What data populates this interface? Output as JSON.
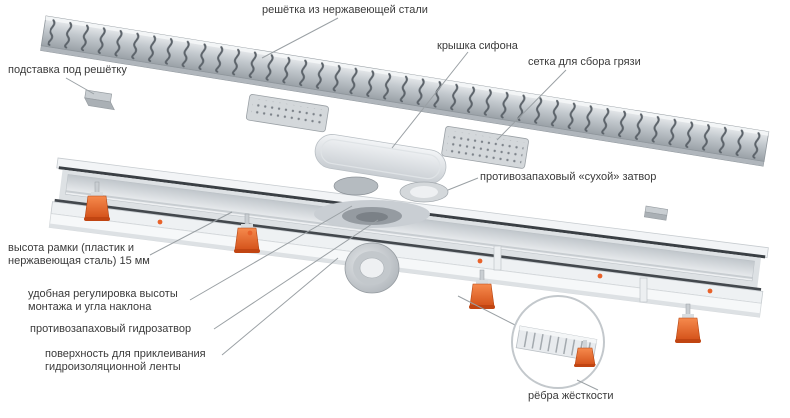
{
  "diagram": {
    "labels": {
      "grate": "решётка из нержавеющей стали",
      "siphon_cover": "крышка сифона",
      "dirt_mesh": "сетка для сбора грязи",
      "grate_stand": "подставка под решётку",
      "dry_trap": "противозапаховый «сухой» затвор",
      "frame_height": {
        "line1": "высота рамки (пластик и",
        "line2": "нержавеющая сталь) 15 мм"
      },
      "height_adjustment": {
        "line1": "удобная регулировка высоты",
        "line2": "монтажа и угла наклона"
      },
      "water_trap": "противозапаховый гидрозатвор",
      "tape_surface": {
        "line1": "поверхность для приклеивания",
        "line2": "гидроизоляционной ленты"
      },
      "ribs": "рёбра жёсткости"
    },
    "colors": {
      "accent_orange": "#e8622a",
      "metal_light": "#dfe3e6",
      "metal_dark": "#9aa1a7",
      "leader_line": "#9aa0a4",
      "text": "#3a3a3a",
      "background": "#ffffff"
    }
  }
}
